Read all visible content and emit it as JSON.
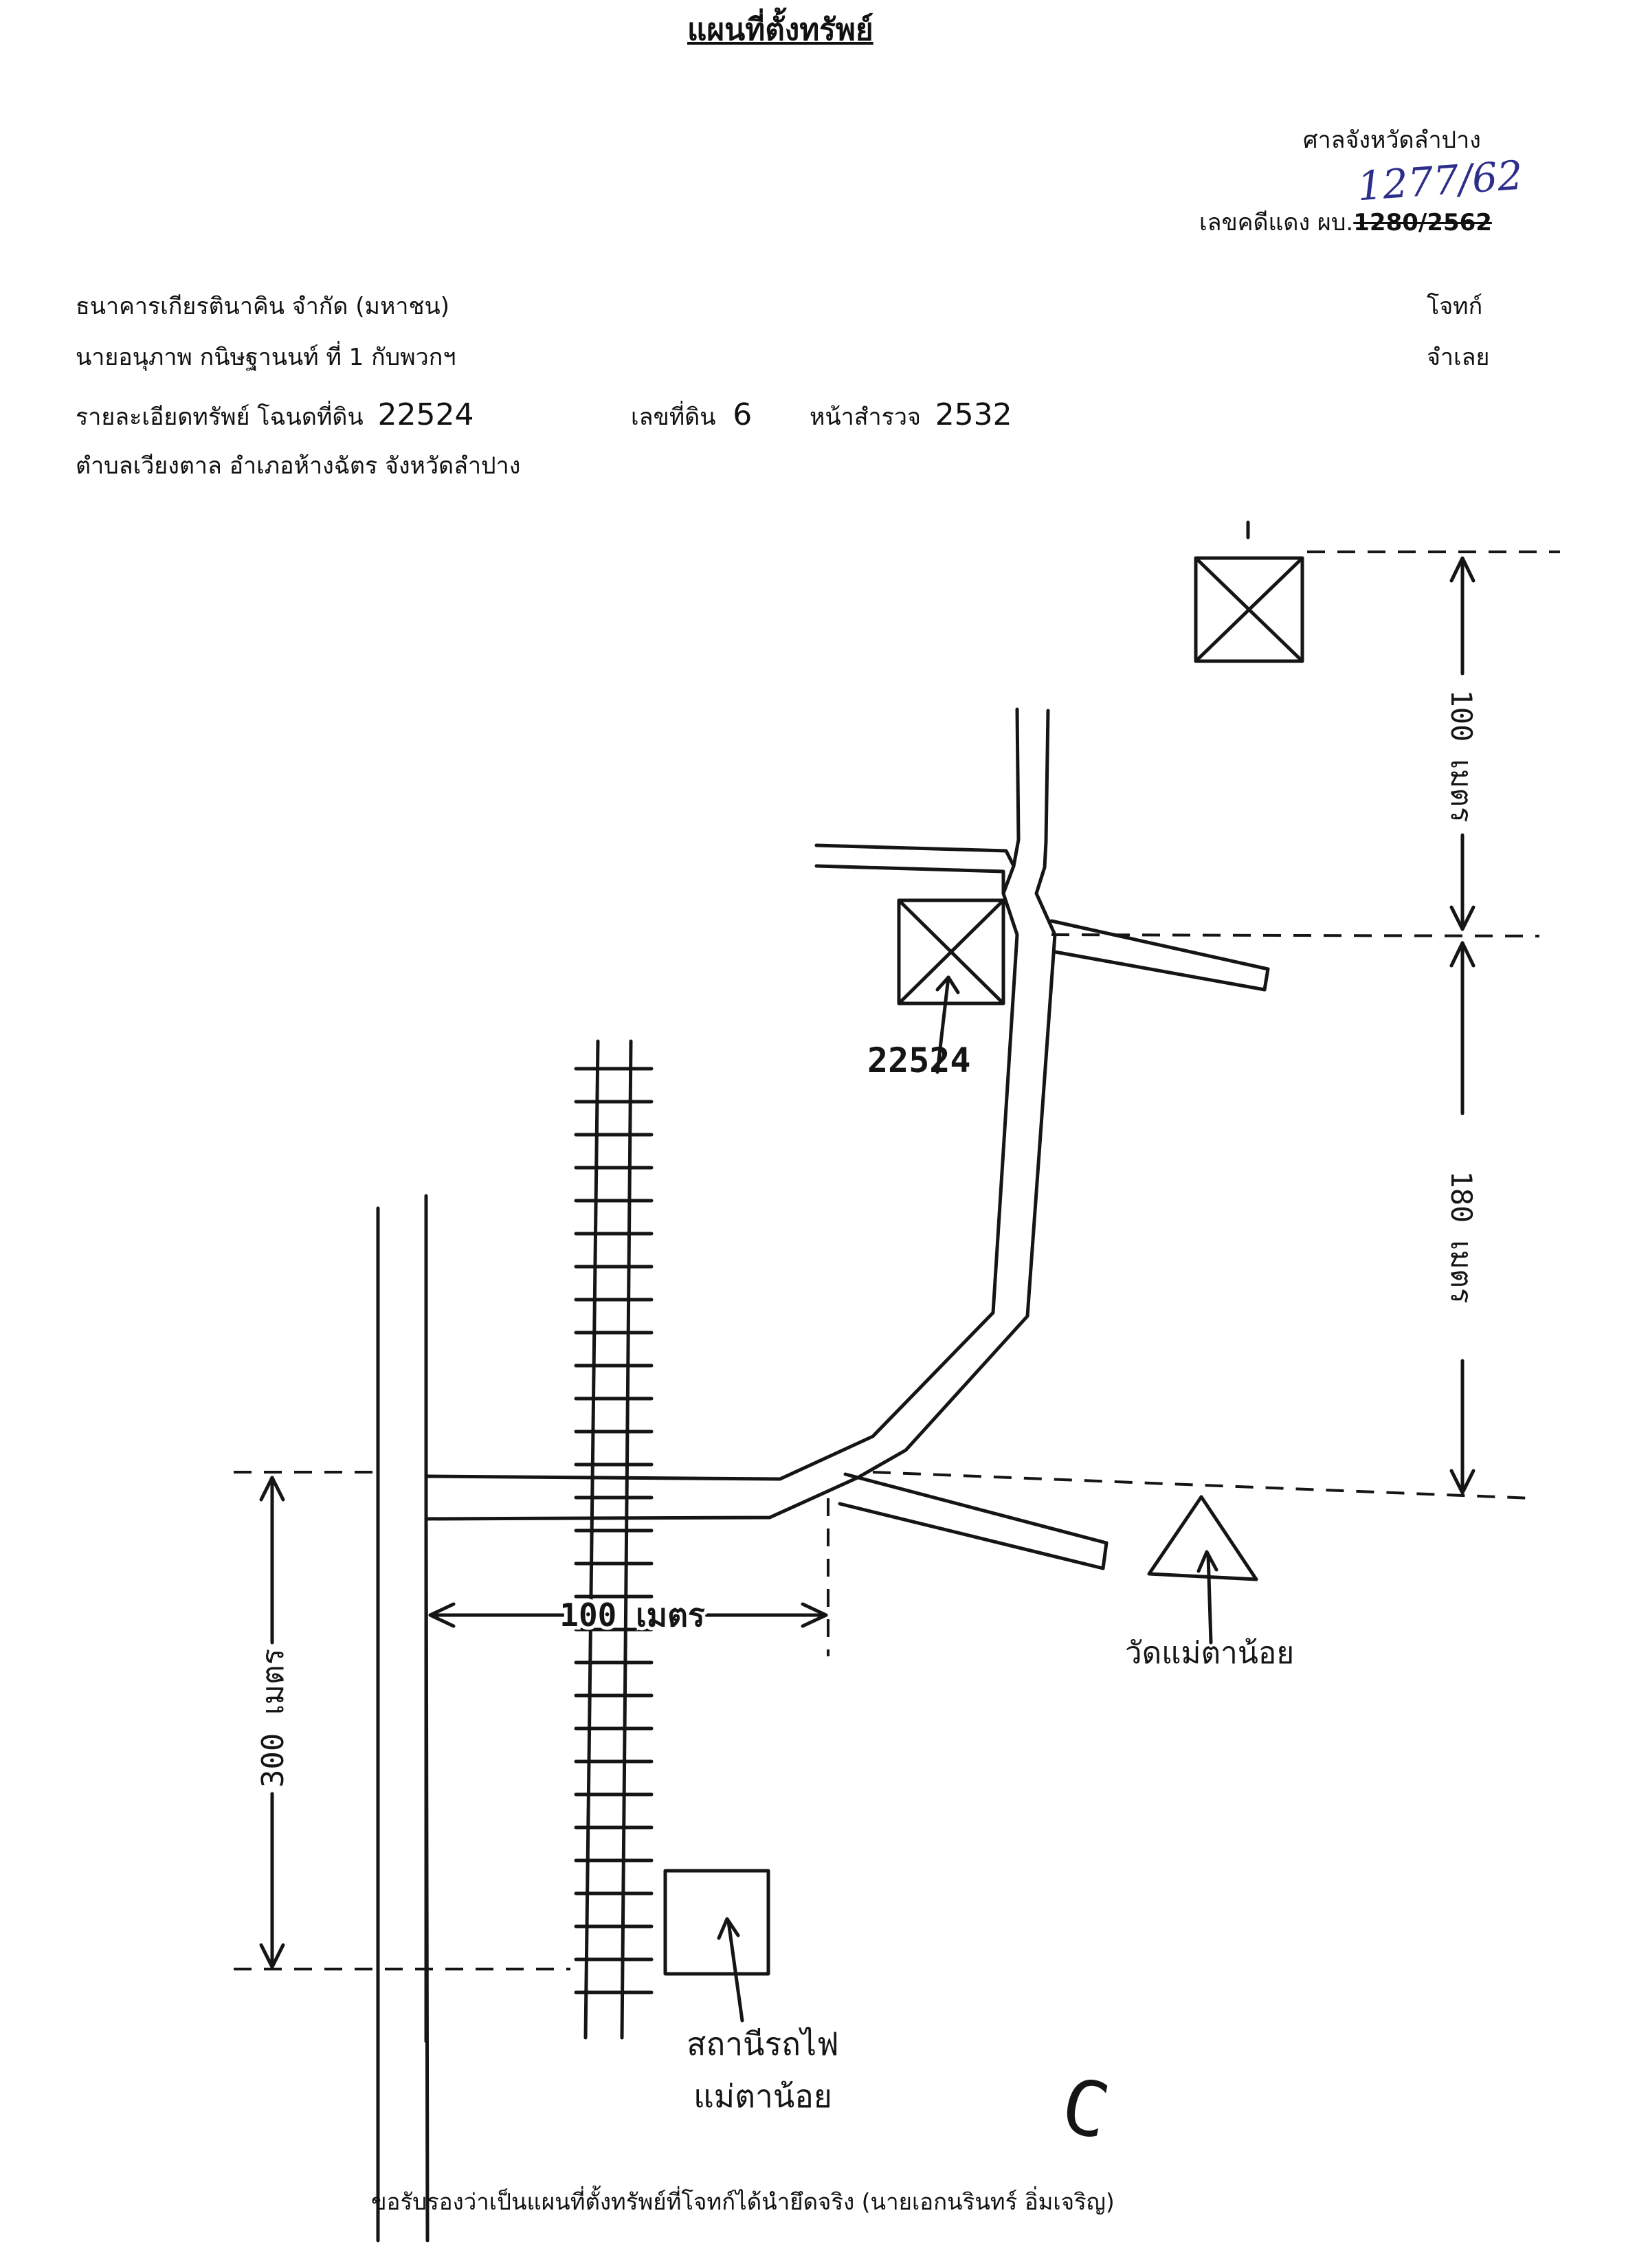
{
  "document": {
    "title": "แผนที่ตั้งทรัพย์",
    "court": "ศาลจังหวัดลำปาง",
    "case_handwritten": "1277/62",
    "case_label": "เลขคดีแดง ผบ.",
    "case_number_struck": "1280/2562",
    "plaintiff": "ธนาคารเกียรตินาคิน จำกัด  (มหาชน)",
    "plaintiff_role": "โจทก์",
    "defendant": "นายอนุภาพ  กนิษฐานนท์  ที่ 1 กับพวกฯ",
    "defendant_role": "จำเลย",
    "property_label": "รายละเอียดทรัพย์  โฉนดที่ดิน",
    "deed_number": "22524",
    "land_no_label": "เลขที่ดิน",
    "land_no": "6",
    "survey_label": "หน้าสำรวจ",
    "survey_no": "2532",
    "location": "ตำบลเวียงตาล  อำเภอห้างฉัตร  จังหวัดลำปาง",
    "certification": "ขอรับรองว่าเป็นแผนที่ตั้งทรัพย์ที่โจทก์ได้นำยึดจริง   (นายเอกนรินทร์  อิ่มเจริญ)",
    "signature_mark": "C"
  },
  "map": {
    "plot_label": "22524",
    "dim_top": "100 เมตร",
    "dim_middle": "180 เมตร",
    "dim_left": "300 เมตร",
    "dim_horizontal": "100 เมตร",
    "temple_label": "วัดแม่ตาน้อย",
    "station_label_1": "สถานีรถไฟ",
    "station_label_2": "แม่ตาน้อย"
  }
}
